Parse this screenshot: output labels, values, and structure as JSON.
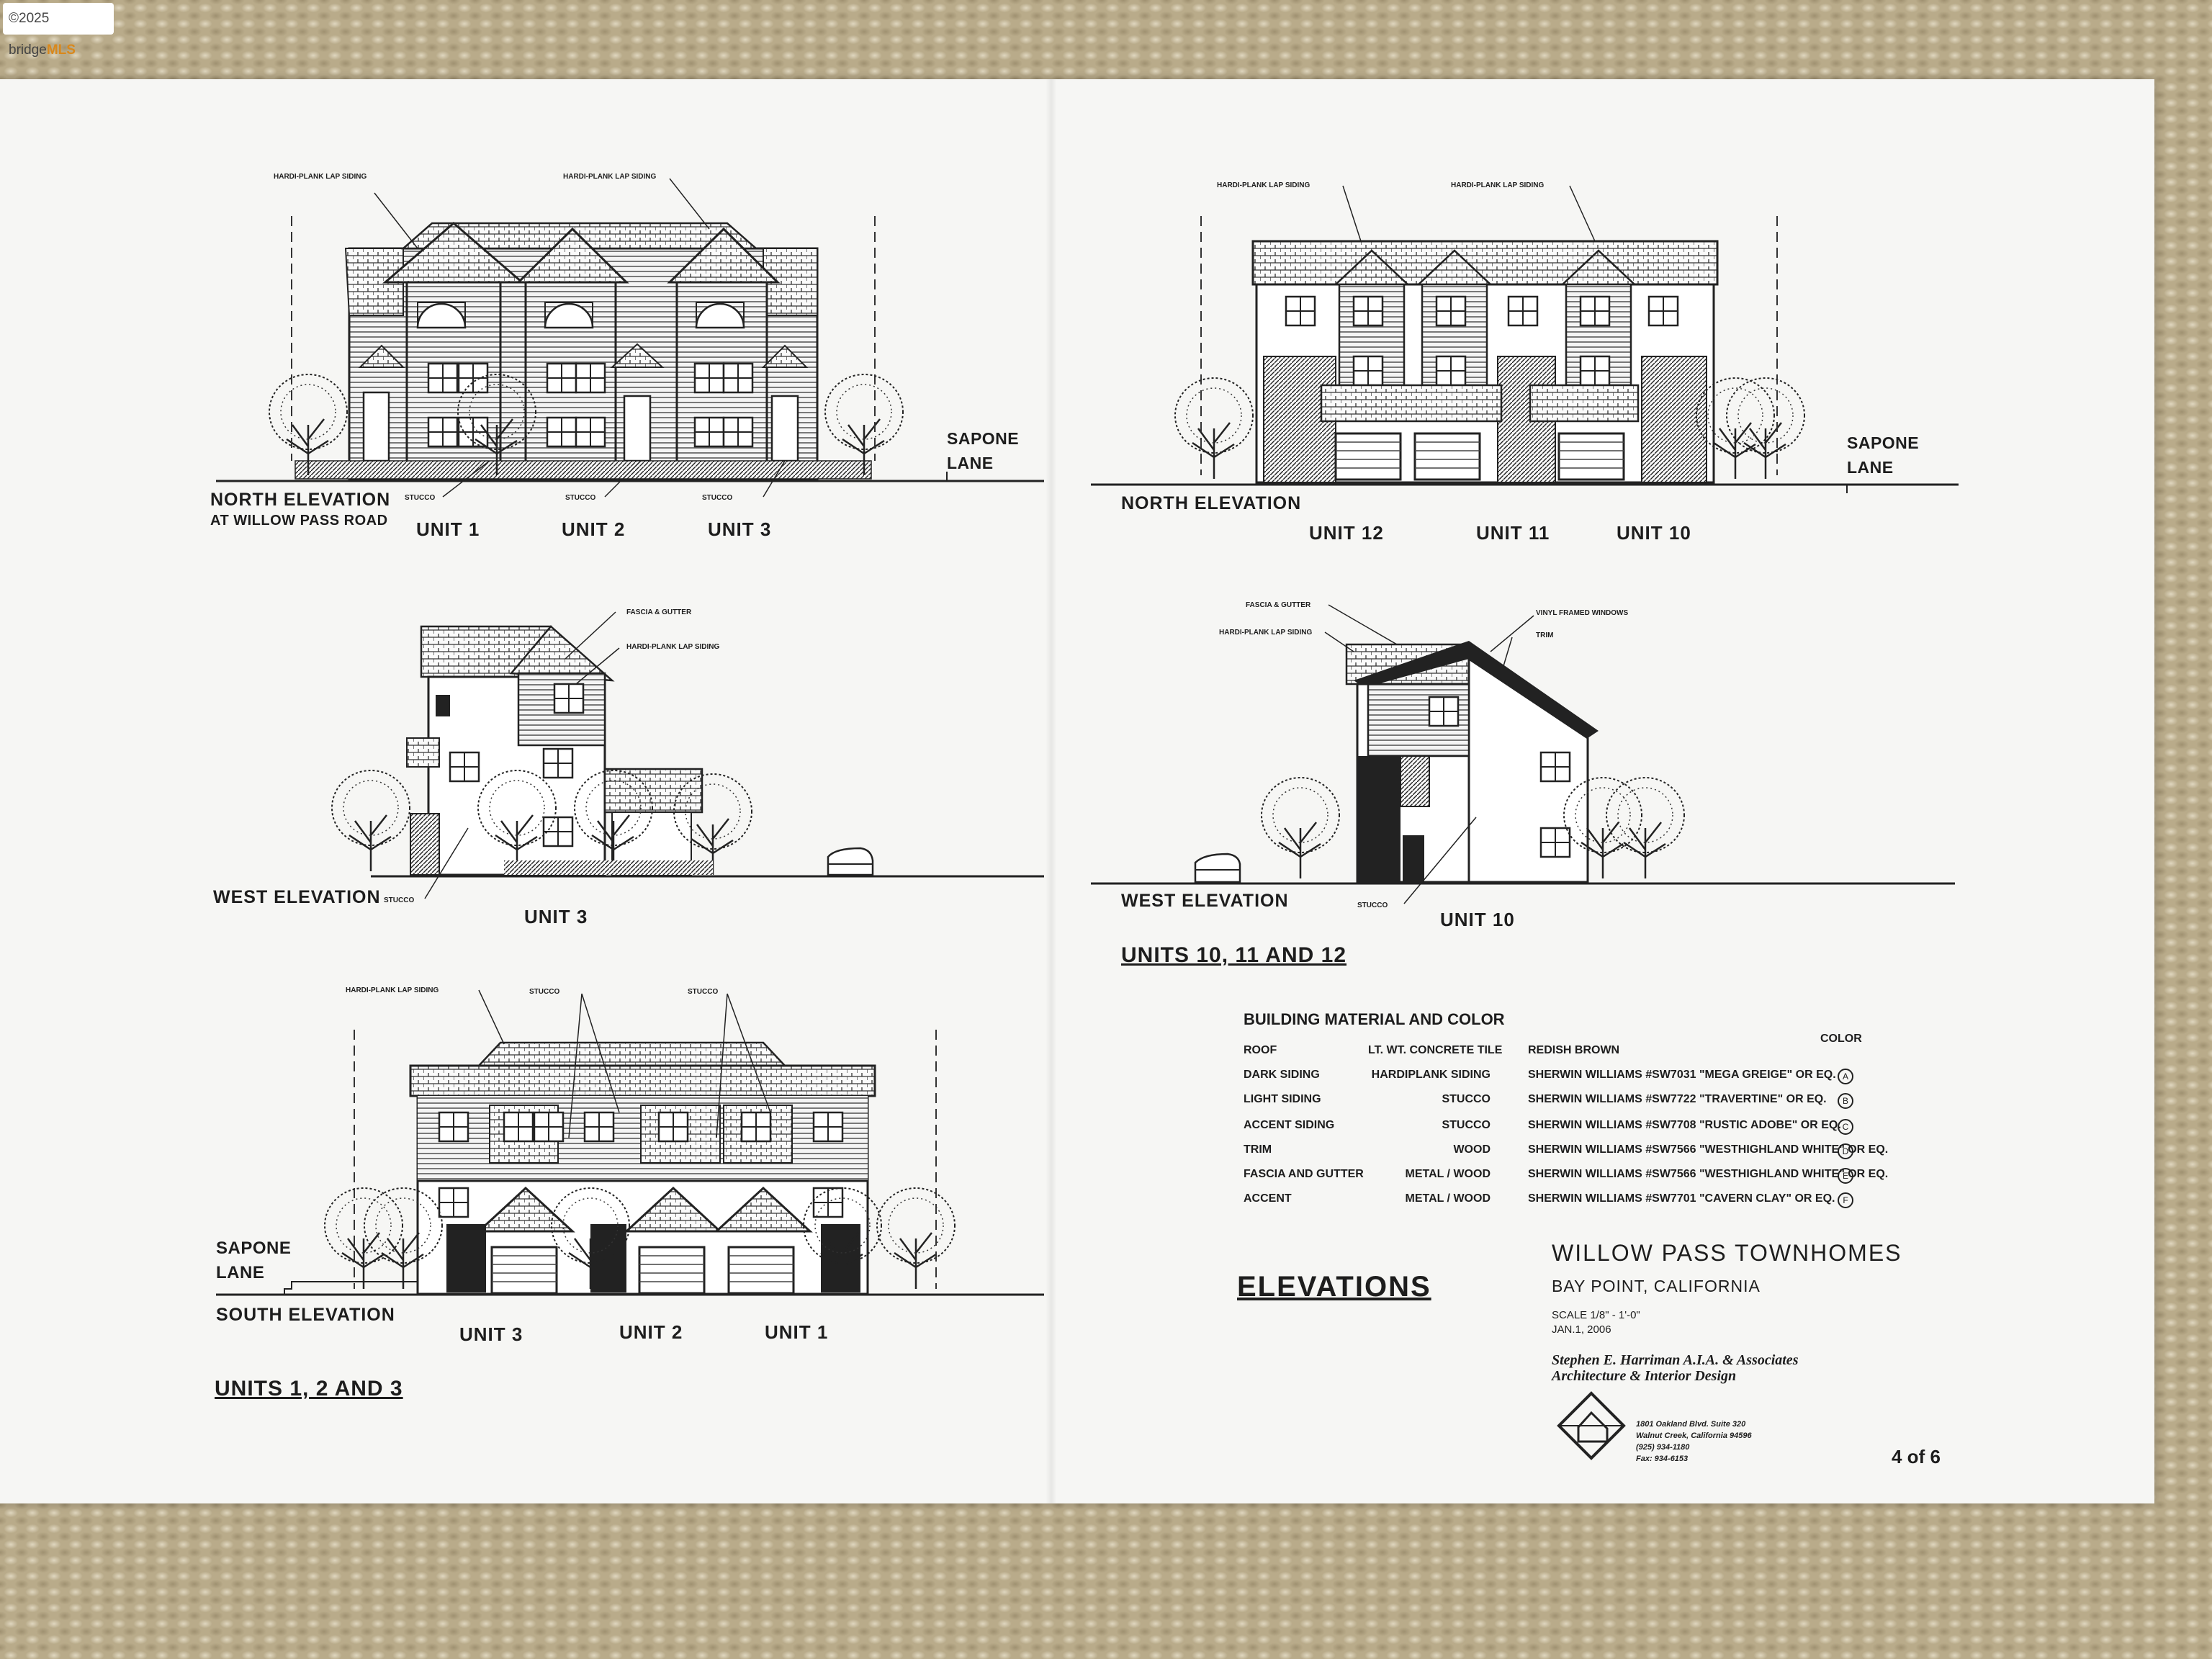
{
  "watermark": {
    "year_text": "©2025 bridge",
    "brand": "MLS"
  },
  "page_number": "4 of 6",
  "elevations": {
    "north_left": {
      "title": "NORTH ELEVATION",
      "subtitle": "AT WILLOW PASS ROAD",
      "units": [
        "UNIT 1",
        "UNIT 2",
        "UNIT 3"
      ],
      "street": [
        "SAPONE",
        "LANE"
      ]
    },
    "north_right": {
      "title": "NORTH ELEVATION",
      "units": [
        "UNIT 12",
        "UNIT 11",
        "UNIT 10"
      ],
      "street": [
        "SAPONE",
        "LANE"
      ]
    },
    "west_left": {
      "title": "WEST ELEVATION",
      "unit": "UNIT 3"
    },
    "west_right": {
      "title": "WEST ELEVATION",
      "unit": "UNIT 10",
      "group_title": "UNITS 10, 11 AND 12"
    },
    "south": {
      "title": "SOUTH ELEVATION",
      "units": [
        "UNIT 3",
        "UNIT 2",
        "UNIT 1"
      ],
      "street": [
        "SAPONE",
        "LANE"
      ],
      "group_title": "UNITS 1, 2 AND 3"
    }
  },
  "callouts": {
    "hardi_plank": "HARDI-PLANK LAP SIDING",
    "stucco": "STUCCO",
    "fascia_gutter": "FASCIA & GUTTER",
    "vinyl_windows": "VINYL FRAMED WINDOWS",
    "trim": "TRIM"
  },
  "materials": {
    "heading": "BUILDING MATERIAL AND COLOR",
    "color_header": "COLOR",
    "rows": [
      {
        "item": "ROOF",
        "material": "LT. WT. CONCRETE TILE",
        "color": "REDISH BROWN",
        "key": ""
      },
      {
        "item": "DARK SIDING",
        "material": "HARDIPLANK SIDING",
        "color": "SHERWIN WILLIAMS #SW7031 \"MEGA GREIGE\" OR EQ.",
        "key": "A"
      },
      {
        "item": "LIGHT SIDING",
        "material": "STUCCO",
        "color": "SHERWIN WILLIAMS #SW7722 \"TRAVERTINE\" OR EQ.",
        "key": "B"
      },
      {
        "item": "ACCENT SIDING",
        "material": "STUCCO",
        "color": "SHERWIN WILLIAMS #SW7708 \"RUSTIC ADOBE\" OR EQ.",
        "key": "C"
      },
      {
        "item": "TRIM",
        "material": "WOOD",
        "color": "SHERWIN WILLIAMS #SW7566 \"WESTHIGHLAND WHITE\" OR EQ.",
        "key": "D"
      },
      {
        "item": "FASCIA AND GUTTER",
        "material": "METAL / WOOD",
        "color": "SHERWIN WILLIAMS #SW7566 \"WESTHIGHLAND WHITE\" OR EQ.",
        "key": "E"
      },
      {
        "item": "ACCENT",
        "material": "METAL / WOOD",
        "color": "SHERWIN WILLIAMS #SW7701 \"CAVERN CLAY\" OR EQ.",
        "key": "F"
      }
    ]
  },
  "title_block": {
    "sheet_title": "ELEVATIONS",
    "project": "WILLOW PASS TOWNHOMES",
    "location": "BAY POINT, CALIFORNIA",
    "scale": "SCALE 1/8\" - 1'-0\"",
    "date": "JAN.1, 2006",
    "architect": "Stephen E. Harriman A.I.A. & Associates",
    "firm_type": "Architecture & Interior Design",
    "address": [
      "1801 Oakland Blvd. Suite 320",
      "Walnut Creek, California 94596",
      "(925) 934-1180",
      "Fax: 934-6153"
    ]
  },
  "colors": {
    "paper": "#f6f6f4",
    "ink": "#1d1d1d",
    "rug": "#b9ab8a",
    "brand_accent": "#d9881c"
  }
}
